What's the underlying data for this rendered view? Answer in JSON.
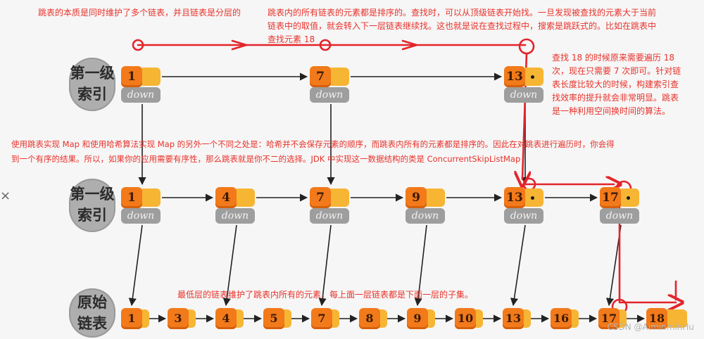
{
  "annotations": {
    "top_left": "跳表的本质是同时维护了多个链表，并且链表是分层的",
    "top_right_lines": [
      "跳表内的所有链表的元素都是排序的。查找时，可以从顶级链表开始找。一旦发现被查找的元素大于当前",
      "链表中的取值，就会转入下一层链表继续找。这也就是说在查找过程中，搜索是跳跃式的。比如在跳表中",
      "查找元素 18"
    ],
    "right_side_lines": [
      "查找 18 的时候原来需要遍历 18",
      "次，现在只需要 7 次即可。针对链",
      "表长度比较大的时候，构建索引查",
      "找效率的提升就会非常明显。跳表",
      "是一种利用空间换时间的算法。"
    ],
    "middle_lines": [
      "使用跳表实现 Map 和使用哈希算法实现 Map 的另外一个不同之处是：哈希并不会保存元素的顺序，而跳表内所有的元素都是排序的。因此在对跳表进行遍历时，你会得",
      "到一个有序的结果。所以，如果你的应用需要有序性，那么跳表就是你不二的选择。JDK 中实现这一数据结构的类是 ConcurrentSkipListMap"
    ],
    "bottom": "最低层的链表维护了跳表内所有的元素，每上面一层链表都是下面一层的子集。"
  },
  "level_labels": {
    "level2": [
      "第一级",
      "索引"
    ],
    "level1": [
      "第一级",
      "索引"
    ],
    "base": [
      "原始",
      "链表"
    ]
  },
  "pointer_label": "down",
  "levels": {
    "level2": [
      "1",
      "7",
      "13"
    ],
    "level1": [
      "1",
      "4",
      "7",
      "9",
      "13",
      "17"
    ],
    "base": [
      "1",
      "3",
      "4",
      "5",
      "7",
      "8",
      "9",
      "10",
      "13",
      "16",
      "17",
      "18"
    ]
  },
  "search_target": "18",
  "watermark": "CSDN @AiminminHu",
  "close_glyph": "×",
  "colors": {
    "node_fill": "#f27a1a",
    "node_tab": "#f7b534",
    "down_box": "#9e9e9e",
    "badge": "#aeaeae",
    "annotation_text": "#e8322b",
    "search_path": "#e3242b"
  }
}
